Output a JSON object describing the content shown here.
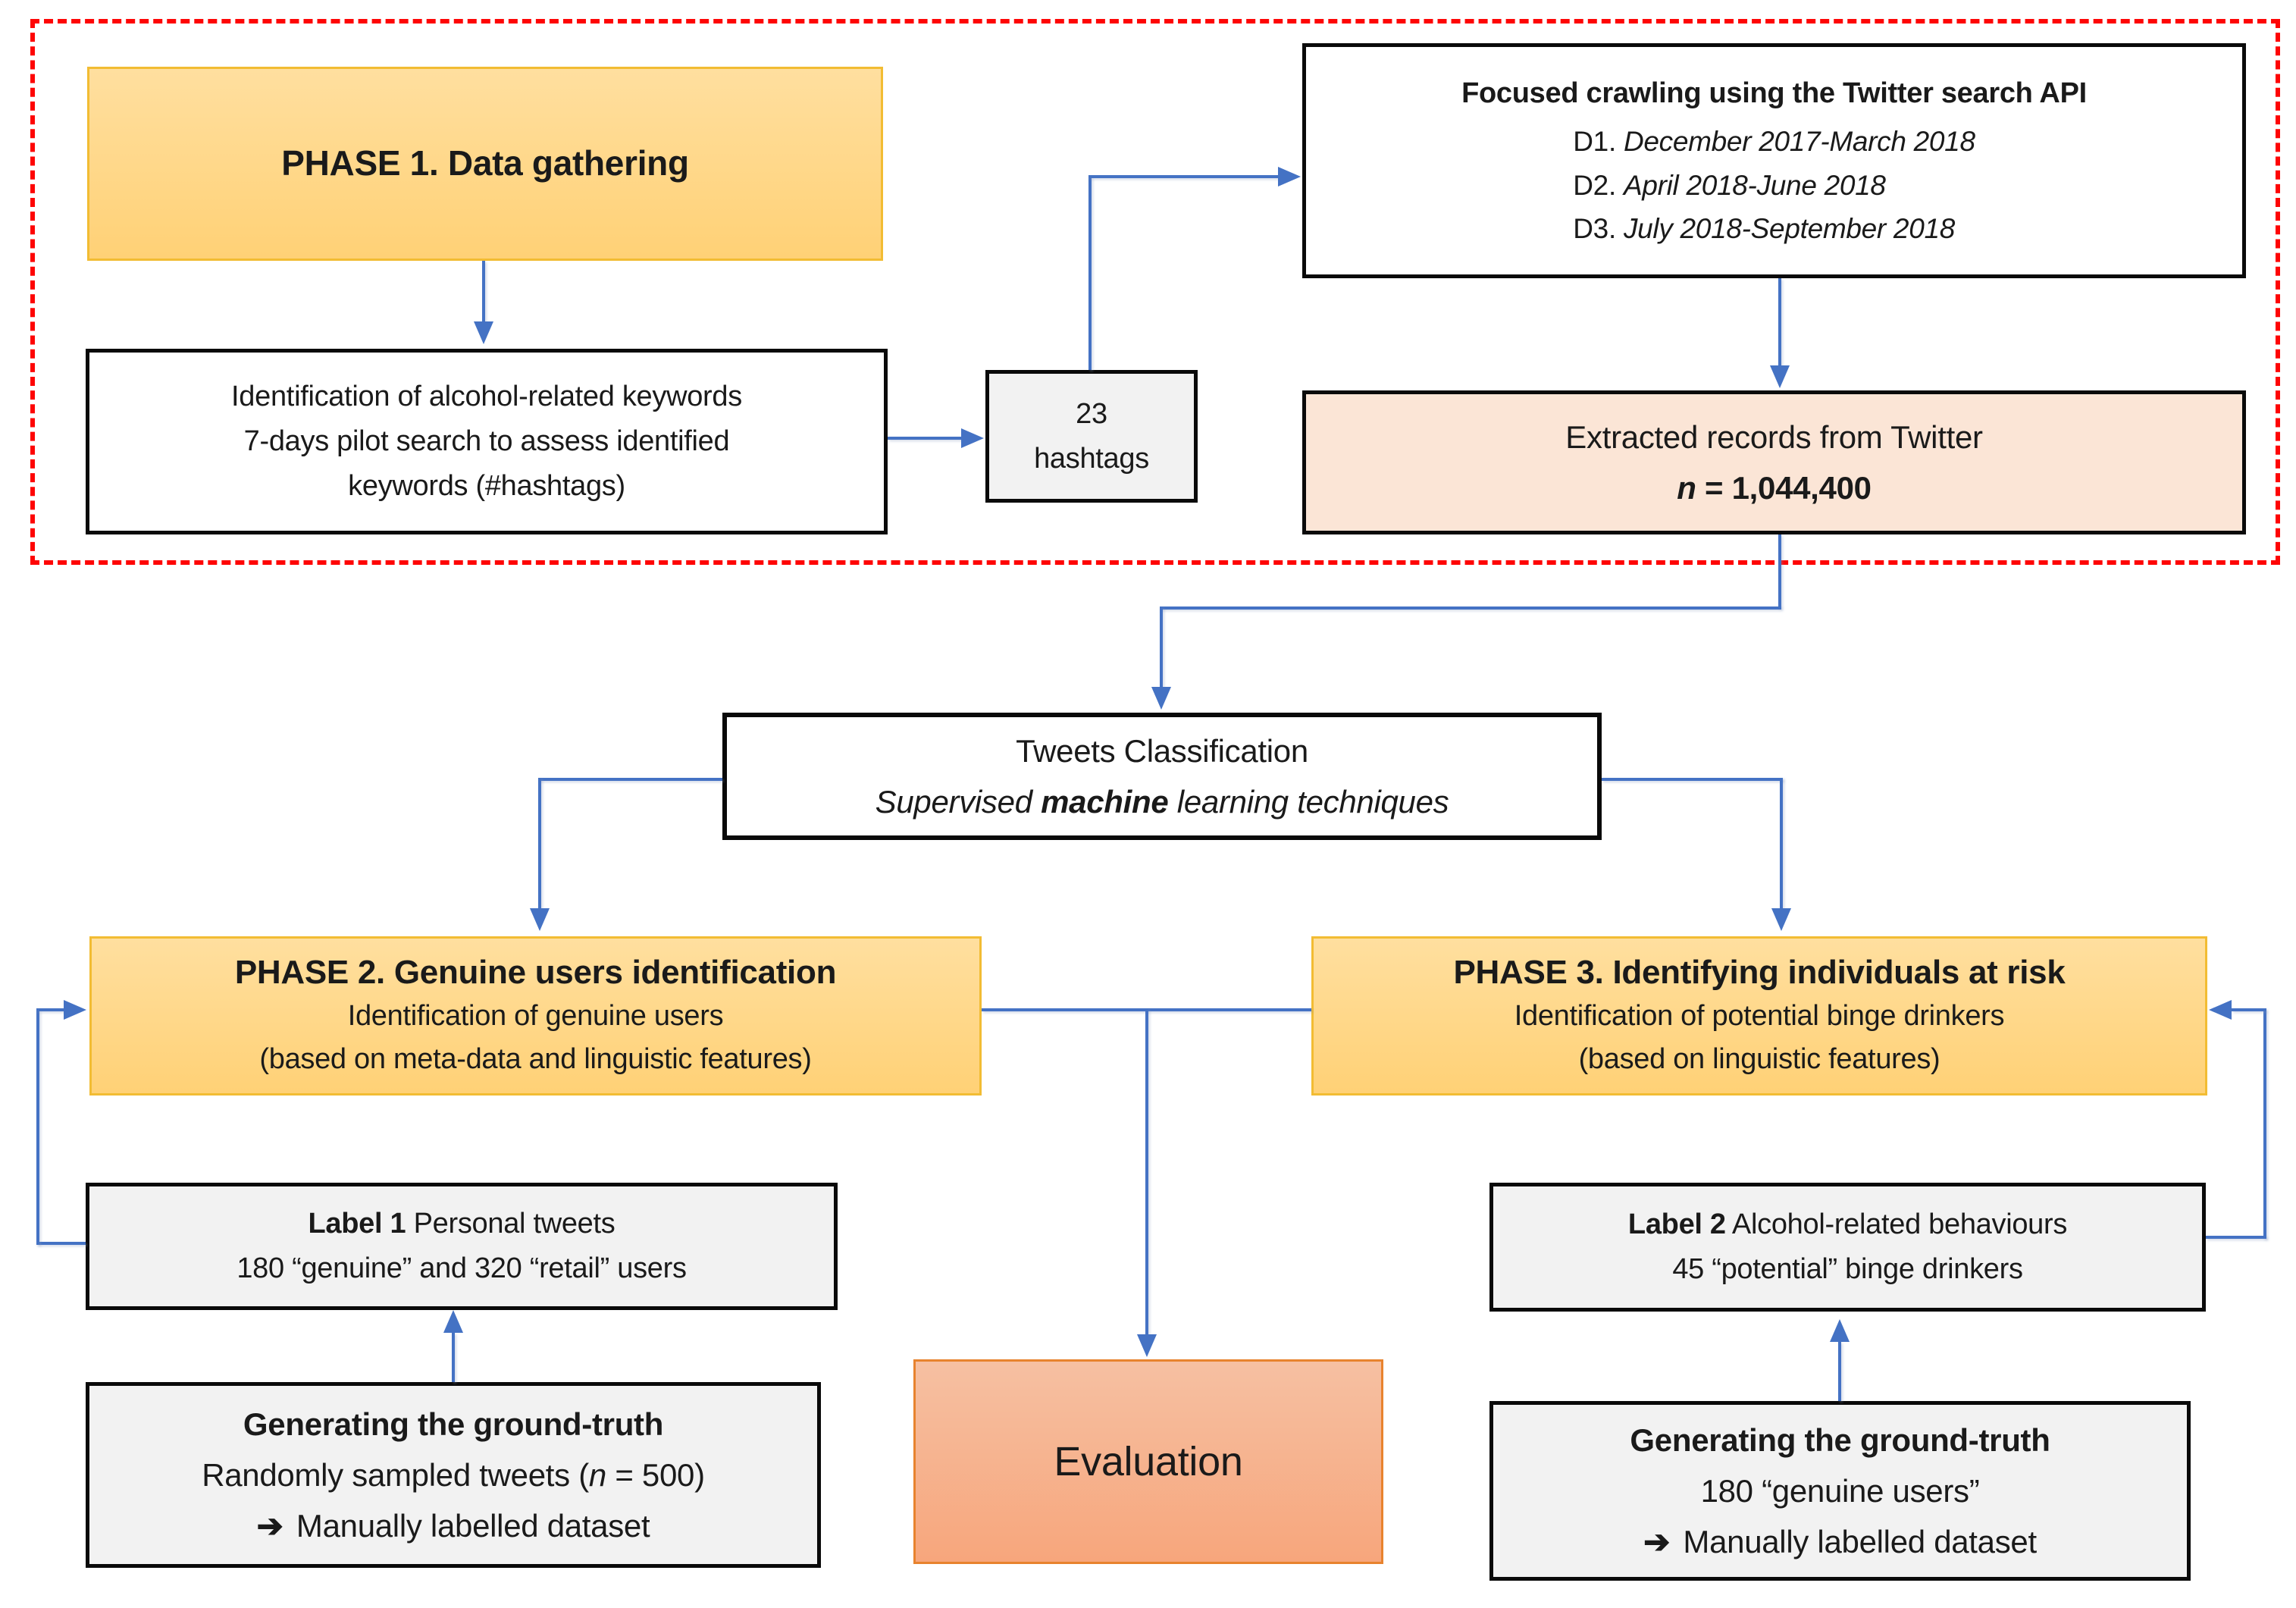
{
  "diagram": {
    "phase1": {
      "title": "PHASE 1. Data gathering"
    },
    "keywords_box": {
      "line1": "Identification of alcohol-related keywords",
      "line2": "7-days pilot search to assess identified",
      "line3": "keywords (#hashtags)"
    },
    "hashtags_box": {
      "count": "23",
      "label": "hashtags"
    },
    "crawling_box": {
      "title": "Focused crawling using the Twitter search API",
      "entries": [
        {
          "label": "D1.",
          "dates": "December 2017-March 2018"
        },
        {
          "label": "D2.",
          "dates": "April 2018-June 2018"
        },
        {
          "label": "D3.",
          "dates": "July 2018-September 2018"
        }
      ]
    },
    "extracted_box": {
      "line1": "Extracted records from Twitter",
      "n_label": "n",
      "equals": " = ",
      "n_value": "1,044,400"
    },
    "classification_box": {
      "line1": "Tweets Classification",
      "line2_pre": "Supervised ",
      "line2_bold": "machine",
      "line2_post": " learning techniques"
    },
    "phase2": {
      "title": "PHASE 2. Genuine users identification",
      "line2": "Identification of genuine users",
      "line3": "(based on meta-data and linguistic features)"
    },
    "phase3": {
      "title": "PHASE 3. Identifying individuals at risk",
      "line2": "Identification of potential binge drinkers",
      "line3": "(based on linguistic features)"
    },
    "label1_box": {
      "prefix": "Label 1",
      "rest": " Personal tweets",
      "line2": "180 “genuine” and 320 “retail” users"
    },
    "label2_box": {
      "prefix": "Label 2",
      "rest": " Alcohol-related behaviours",
      "line2": "45 “potential” binge drinkers"
    },
    "ground_truth_left": {
      "title": "Generating the ground-truth",
      "line2_pre": "Randomly sampled tweets (",
      "line2_n": "n",
      "line2_post": " = 500)",
      "arrow_glyph": "➔",
      "line3": " Manually labelled dataset"
    },
    "ground_truth_right": {
      "title": "Generating the ground-truth",
      "line2": "180 “genuine users”",
      "arrow_glyph": "➔",
      "line3": " Manually labelled dataset"
    },
    "evaluation_box": {
      "title": "Evaluation"
    },
    "colors": {
      "gold_fill_top": "#ffdf9f",
      "gold_fill_bottom": "#ffd176",
      "gold_border": "#f2bc33",
      "peach_fill": "#fbe5d6",
      "salmon_fill_top": "#f6c0a2",
      "salmon_fill_bottom": "#f7a67c",
      "salmon_border": "#e8832e",
      "gray_fill": "#f2f2f2",
      "black_border": "#0a0a0a",
      "arrow_blue": "#4472c4",
      "dashed_red": "#fe0505"
    }
  }
}
